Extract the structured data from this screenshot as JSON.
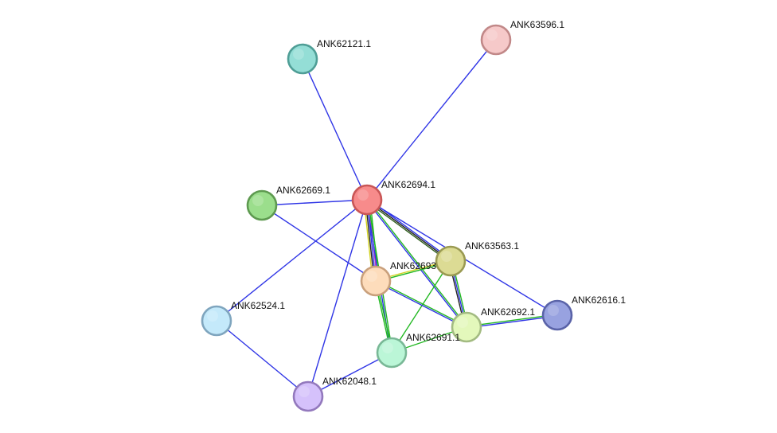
{
  "colors": {
    "background": "#ffffff",
    "edge_blue": "#2f35e6",
    "edge_green": "#22b822",
    "edge_darkgreen": "#2f5e1c",
    "edge_yellow": "#d2d21e",
    "edge_black": "#222222",
    "edge_magenta": "#c23bc2"
  },
  "nodes": [
    {
      "id": "ANK62694",
      "label": "ANK62694.1",
      "fill": "#f78b8b",
      "stroke": "#c95656"
    },
    {
      "id": "ANK62121",
      "label": "ANK62121.1",
      "fill": "#94ded6",
      "stroke": "#4f9e96"
    },
    {
      "id": "ANK63596",
      "label": "ANK63596.1",
      "fill": "#f6c9c9",
      "stroke": "#c18888"
    },
    {
      "id": "ANK62669",
      "label": "ANK62669.1",
      "fill": "#9bde8c",
      "stroke": "#5e9a50"
    },
    {
      "id": "ANK63563",
      "label": "ANK63563.1",
      "fill": "#dcdb94",
      "stroke": "#9a9a52"
    },
    {
      "id": "ANK62693",
      "label": "ANK62693",
      "fill": "#fddcbb",
      "stroke": "#c9a07c"
    },
    {
      "id": "ANK62616",
      "label": "ANK62616.1",
      "fill": "#98a2e0",
      "stroke": "#5a63a8"
    },
    {
      "id": "ANK62524",
      "label": "ANK62524.1",
      "fill": "#c4e9fa",
      "stroke": "#7fa5be"
    },
    {
      "id": "ANK62692",
      "label": "ANK62692.1",
      "fill": "#e3f8bb",
      "stroke": "#a3bb82"
    },
    {
      "id": "ANK62691",
      "label": "ANK62691.1",
      "fill": "#bbf6d7",
      "stroke": "#79b896"
    },
    {
      "id": "ANK62048",
      "label": "ANK62048.1",
      "fill": "#d5c1fb",
      "stroke": "#9379bd"
    }
  ],
  "edges": [
    {
      "source": "ANK62694",
      "target": "ANK62121",
      "channels": [
        "blue"
      ]
    },
    {
      "source": "ANK62694",
      "target": "ANK63596",
      "channels": [
        "blue"
      ]
    },
    {
      "source": "ANK62694",
      "target": "ANK62669",
      "channels": [
        "blue"
      ]
    },
    {
      "source": "ANK62694",
      "target": "ANK62524",
      "channels": [
        "blue"
      ]
    },
    {
      "source": "ANK62694",
      "target": "ANK62048",
      "channels": [
        "blue"
      ]
    },
    {
      "source": "ANK62694",
      "target": "ANK62616",
      "channels": [
        "blue"
      ]
    },
    {
      "source": "ANK62694",
      "target": "ANK63563",
      "channels": [
        "blue",
        "black",
        "darkgreen"
      ]
    },
    {
      "source": "ANK62694",
      "target": "ANK62693",
      "channels": [
        "green",
        "magenta",
        "blue",
        "black",
        "yellow"
      ]
    },
    {
      "source": "ANK62694",
      "target": "ANK62692",
      "channels": [
        "green",
        "blue"
      ]
    },
    {
      "source": "ANK62694",
      "target": "ANK62691",
      "channels": [
        "green",
        "blue"
      ]
    },
    {
      "source": "ANK62669",
      "target": "ANK62693",
      "channels": [
        "blue"
      ]
    },
    {
      "source": "ANK62524",
      "target": "ANK62048",
      "channels": [
        "blue"
      ]
    },
    {
      "source": "ANK62048",
      "target": "ANK62691",
      "channels": [
        "blue"
      ]
    },
    {
      "source": "ANK63563",
      "target": "ANK62693",
      "channels": [
        "green",
        "yellow"
      ]
    },
    {
      "source": "ANK63563",
      "target": "ANK62692",
      "channels": [
        "green",
        "blue",
        "black"
      ]
    },
    {
      "source": "ANK63563",
      "target": "ANK62691",
      "channels": [
        "green"
      ]
    },
    {
      "source": "ANK62693",
      "target": "ANK62692",
      "channels": [
        "green",
        "blue"
      ]
    },
    {
      "source": "ANK62693",
      "target": "ANK62691",
      "channels": [
        "green",
        "green"
      ]
    },
    {
      "source": "ANK62692",
      "target": "ANK62616",
      "channels": [
        "green",
        "blue"
      ]
    },
    {
      "source": "ANK62692",
      "target": "ANK62691",
      "channels": [
        "green"
      ]
    }
  ]
}
